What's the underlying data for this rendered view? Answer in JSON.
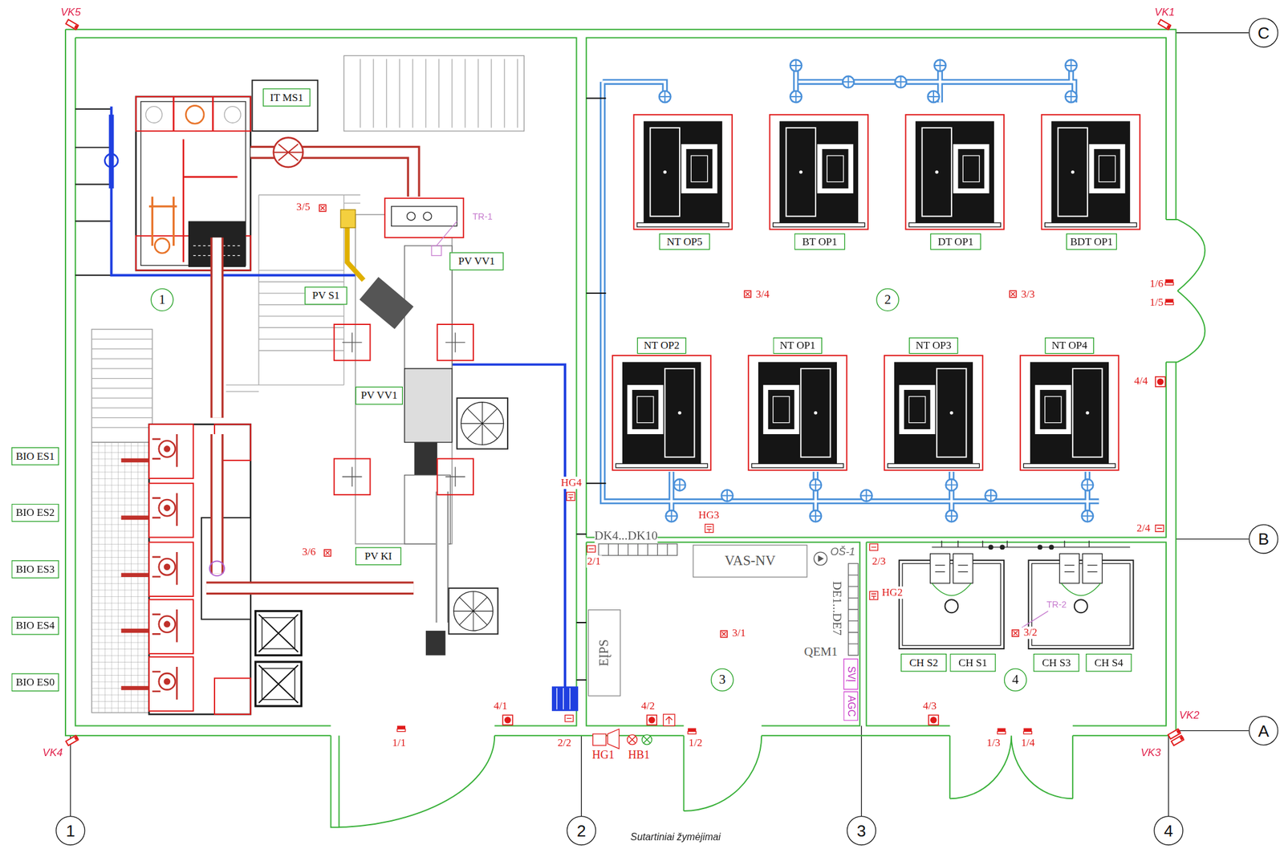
{
  "diagram": {
    "nodes": [
      {
        "text": [
          "IT MS1"
        ]
      },
      {
        "text": [
          "PV VV1"
        ]
      },
      {
        "text": [
          "PV S1"
        ]
      },
      {
        "text": [
          "1"
        ]
      },
      {
        "text": [
          "PV VV1"
        ]
      },
      {
        "text": [
          "PV KI"
        ]
      },
      {
        "text": [
          "BIO ES1"
        ]
      },
      {
        "text": [
          "BIO ES2"
        ]
      },
      {
        "text": [
          "BIO ES3"
        ]
      },
      {
        "text": [
          "BIO ES4"
        ]
      },
      {
        "text": [
          "BIO ES0"
        ]
      },
      {
        "text": [
          "NT OP5"
        ]
      },
      {
        "text": [
          "BT OP1"
        ]
      },
      {
        "text": [
          "DT OP1"
        ]
      },
      {
        "text": [
          "BDT OP1"
        ]
      },
      {
        "text": [
          "2"
        ]
      },
      {
        "text": [
          "NT OP2"
        ]
      },
      {
        "text": [
          "NT OP1"
        ]
      },
      {
        "text": [
          "NT OP3"
        ]
      },
      {
        "text": [
          "NT OP4"
        ]
      },
      {
        "text": [
          "VAS-NV"
        ]
      },
      {
        "text": [
          "EĮPS"
        ]
      },
      {
        "text": [
          "SVĮ"
        ]
      },
      {
        "text": [
          "AGC"
        ]
      },
      {
        "text": [
          "3"
        ]
      },
      {
        "text": [
          "CH S2"
        ]
      },
      {
        "text": [
          "CH S1"
        ]
      },
      {
        "text": [
          "CH S3"
        ]
      },
      {
        "text": [
          "CH S4"
        ]
      },
      {
        "text": [
          "4"
        ]
      },
      {
        "text": [
          "C"
        ]
      },
      {
        "text": [
          "B"
        ]
      },
      {
        "text": [
          "A"
        ]
      },
      {
        "text": [
          "1"
        ]
      },
      {
        "text": [
          "2"
        ]
      },
      {
        "text": [
          "3"
        ]
      },
      {
        "text": [
          "4"
        ]
      }
    ],
    "labels": [
      "VK5",
      "VK1",
      "3/5",
      "TR-1",
      "3/4",
      "3/3",
      "1/6",
      "1/5",
      "4/4",
      "HG4",
      "3/6",
      "HG3",
      "2/4",
      "DK4...DK10",
      "2/1",
      "OŠ-1",
      "2/3",
      "HG2",
      "DE1...DE7",
      "3/1",
      "TR-2",
      "3/2",
      "QEM1",
      "4/1",
      "4/2",
      "4/3",
      "1/1",
      "2/2",
      "1/2",
      "1/3",
      "1/4",
      "VK4",
      "VK2",
      "VK3",
      "HG1",
      "HB1",
      "Sutartiniai žymėjimai"
    ]
  }
}
